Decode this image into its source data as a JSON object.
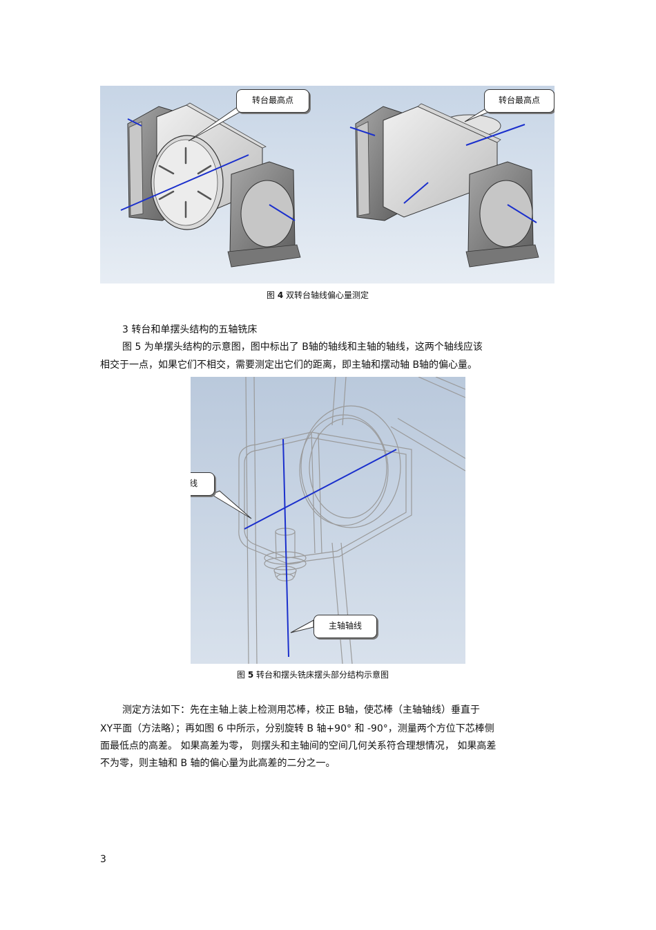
{
  "figure4": {
    "callout_left": "转台最高点",
    "callout_right": "转台最高点",
    "caption_prefix": "图",
    "caption_num": "4",
    "caption_text": "双转台轴线偏心量测定"
  },
  "section3": {
    "heading": "3  转台和单摆头结构的五轴铣床",
    "para_line1": "图 5 为单摆头结构的示意图，图中标出了        B轴的轴线和主轴的轴线，这两个轴线应该",
    "para_line2": "相交于一点，如果它们不相交，需要测定出它们的距离，即主轴和摆动轴          B轴的偏心量。"
  },
  "figure5": {
    "callout_b_axis": "B轴轴线",
    "callout_spindle": "主轴轴线",
    "caption_prefix": "图",
    "caption_num": "5",
    "caption_text": "转台和摆头铣床摆头部分结构示意图"
  },
  "method": {
    "line1": "测定方法如下：先在主轴上装上检测用芯棒，校正          B轴，使芯棒（主轴轴线）垂直于",
    "line2": "XY平面（方法略）；再如图   6 中所示，分别旋转    B 轴+90°  和 -90°，测量两个方位下芯棒侧",
    "line3": "面最低点的高差。  如果高差为零，    则摆头和主轴间的空间几何关系符合理想情况，          如果高差",
    "line4": "不为零，则主轴和    B 轴的偏心量为此高差的二分之一。"
  },
  "page_number": "3",
  "colors": {
    "render_bg_top": "#c9d6e6",
    "render_bg_bottom": "#e6ecf3",
    "axis_line": "#1a2fcc",
    "machine_body": "#8e8e8e"
  }
}
